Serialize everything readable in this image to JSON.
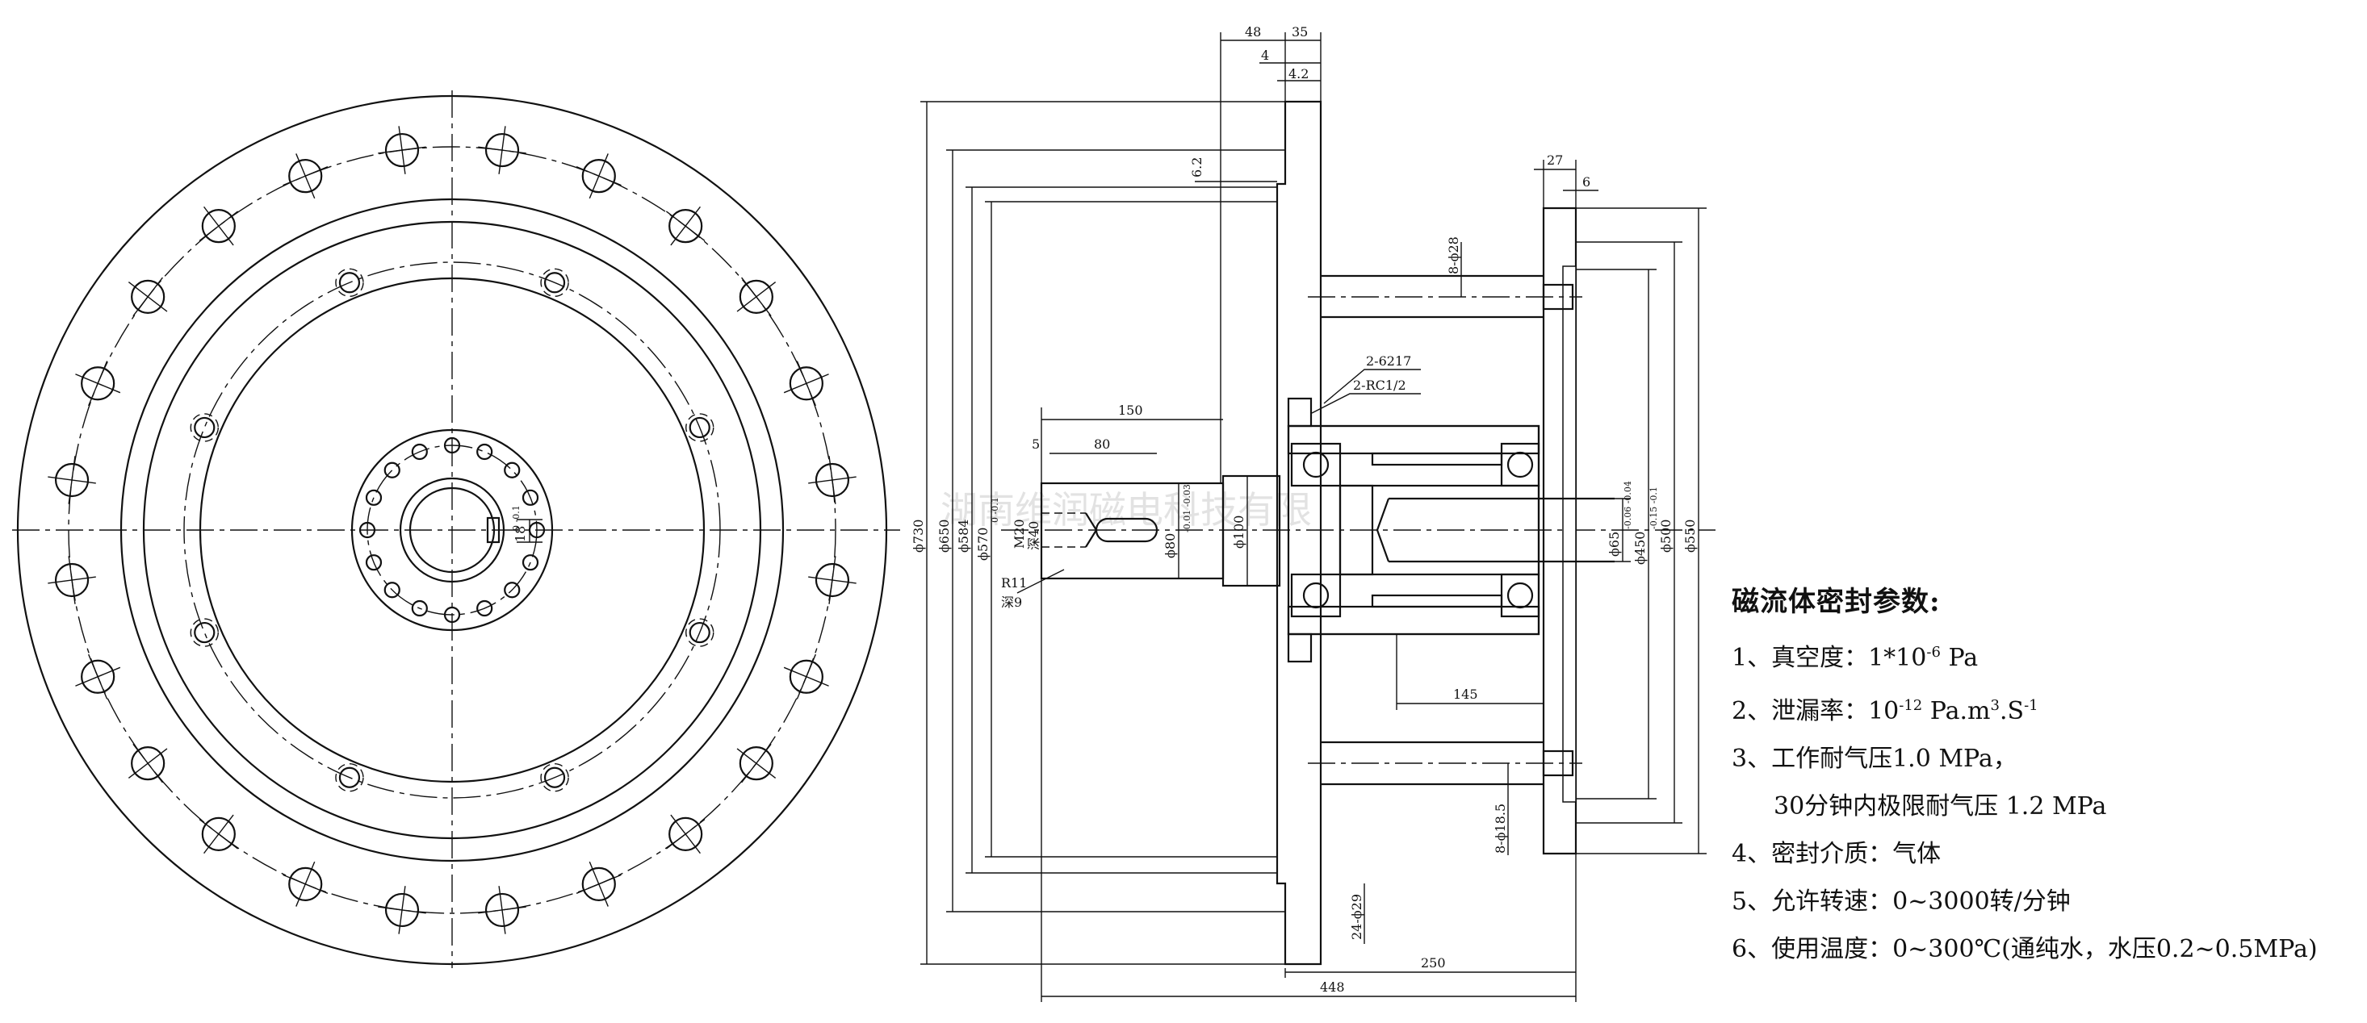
{
  "params": {
    "title": "磁流体密封参数:",
    "items": [
      {
        "id": "p1",
        "pre": "1、真空度：1*10",
        "sup1": "-6",
        "mid": " Pa",
        "sup2": "",
        "post": ""
      },
      {
        "id": "p2",
        "pre": "2、泄漏率：10",
        "sup1": "-12",
        "mid": " Pa.m",
        "sup2": "3",
        "post": ".S"
      },
      {
        "id": "p3",
        "pre": "3、工作耐气压1.0 MPa，",
        "sup1": "",
        "mid": "",
        "sup2": "",
        "post": ""
      },
      {
        "id": "p3b",
        "pre": "30分钟内极限耐气压 1.2 MPa",
        "sup1": "",
        "mid": "",
        "sup2": "",
        "post": ""
      },
      {
        "id": "p4",
        "pre": "4、密封介质：气体",
        "sup1": "",
        "mid": "",
        "sup2": "",
        "post": ""
      },
      {
        "id": "p5",
        "pre": "5、允许转速：0~3000转/分钟",
        "sup1": "",
        "mid": "",
        "sup2": "",
        "post": ""
      },
      {
        "id": "p6",
        "pre": "6、使用温度：0~300℃(通纯水，水压0.2~0.5MPa)",
        "sup1": "",
        "mid": "",
        "sup2": "",
        "post": ""
      }
    ],
    "p2_sup3": "-1"
  },
  "watermark": "湖南维润磁电科技有限",
  "dims": {
    "d48": "48",
    "d35": "35",
    "d4": "4",
    "d4_2": "4.2",
    "d6_2": "6.2",
    "d27": "27",
    "d6": "6",
    "d150": "150",
    "d80": "80",
    "d5": "5",
    "d8_28": "8-ϕ28",
    "d2_6217": "2-6217",
    "d2_rc": "2-RC1/2",
    "d730": "ϕ730",
    "d650": "ϕ650",
    "d584": "ϕ584",
    "d570": "ϕ570",
    "d570tol": "0 -0.1",
    "m20": "M20",
    "deep40": "深40",
    "d80dia": "ϕ80",
    "d80tol": "-0.01 -0.03",
    "d100": "ϕ100",
    "r11": "R11",
    "deep9": "深9",
    "d65": "ϕ65",
    "d65tol": "-0.06 -0.04",
    "d450": "ϕ450",
    "d450tol": "-0.15 -0.1",
    "d500": "ϕ500",
    "d550": "ϕ550",
    "d145": "145",
    "d8_18_5": "8-ϕ18.5",
    "d24_29": "24-ϕ29",
    "d250": "250",
    "d448": "448",
    "key18": "18",
    "key_tol": "0 -0.1"
  }
}
